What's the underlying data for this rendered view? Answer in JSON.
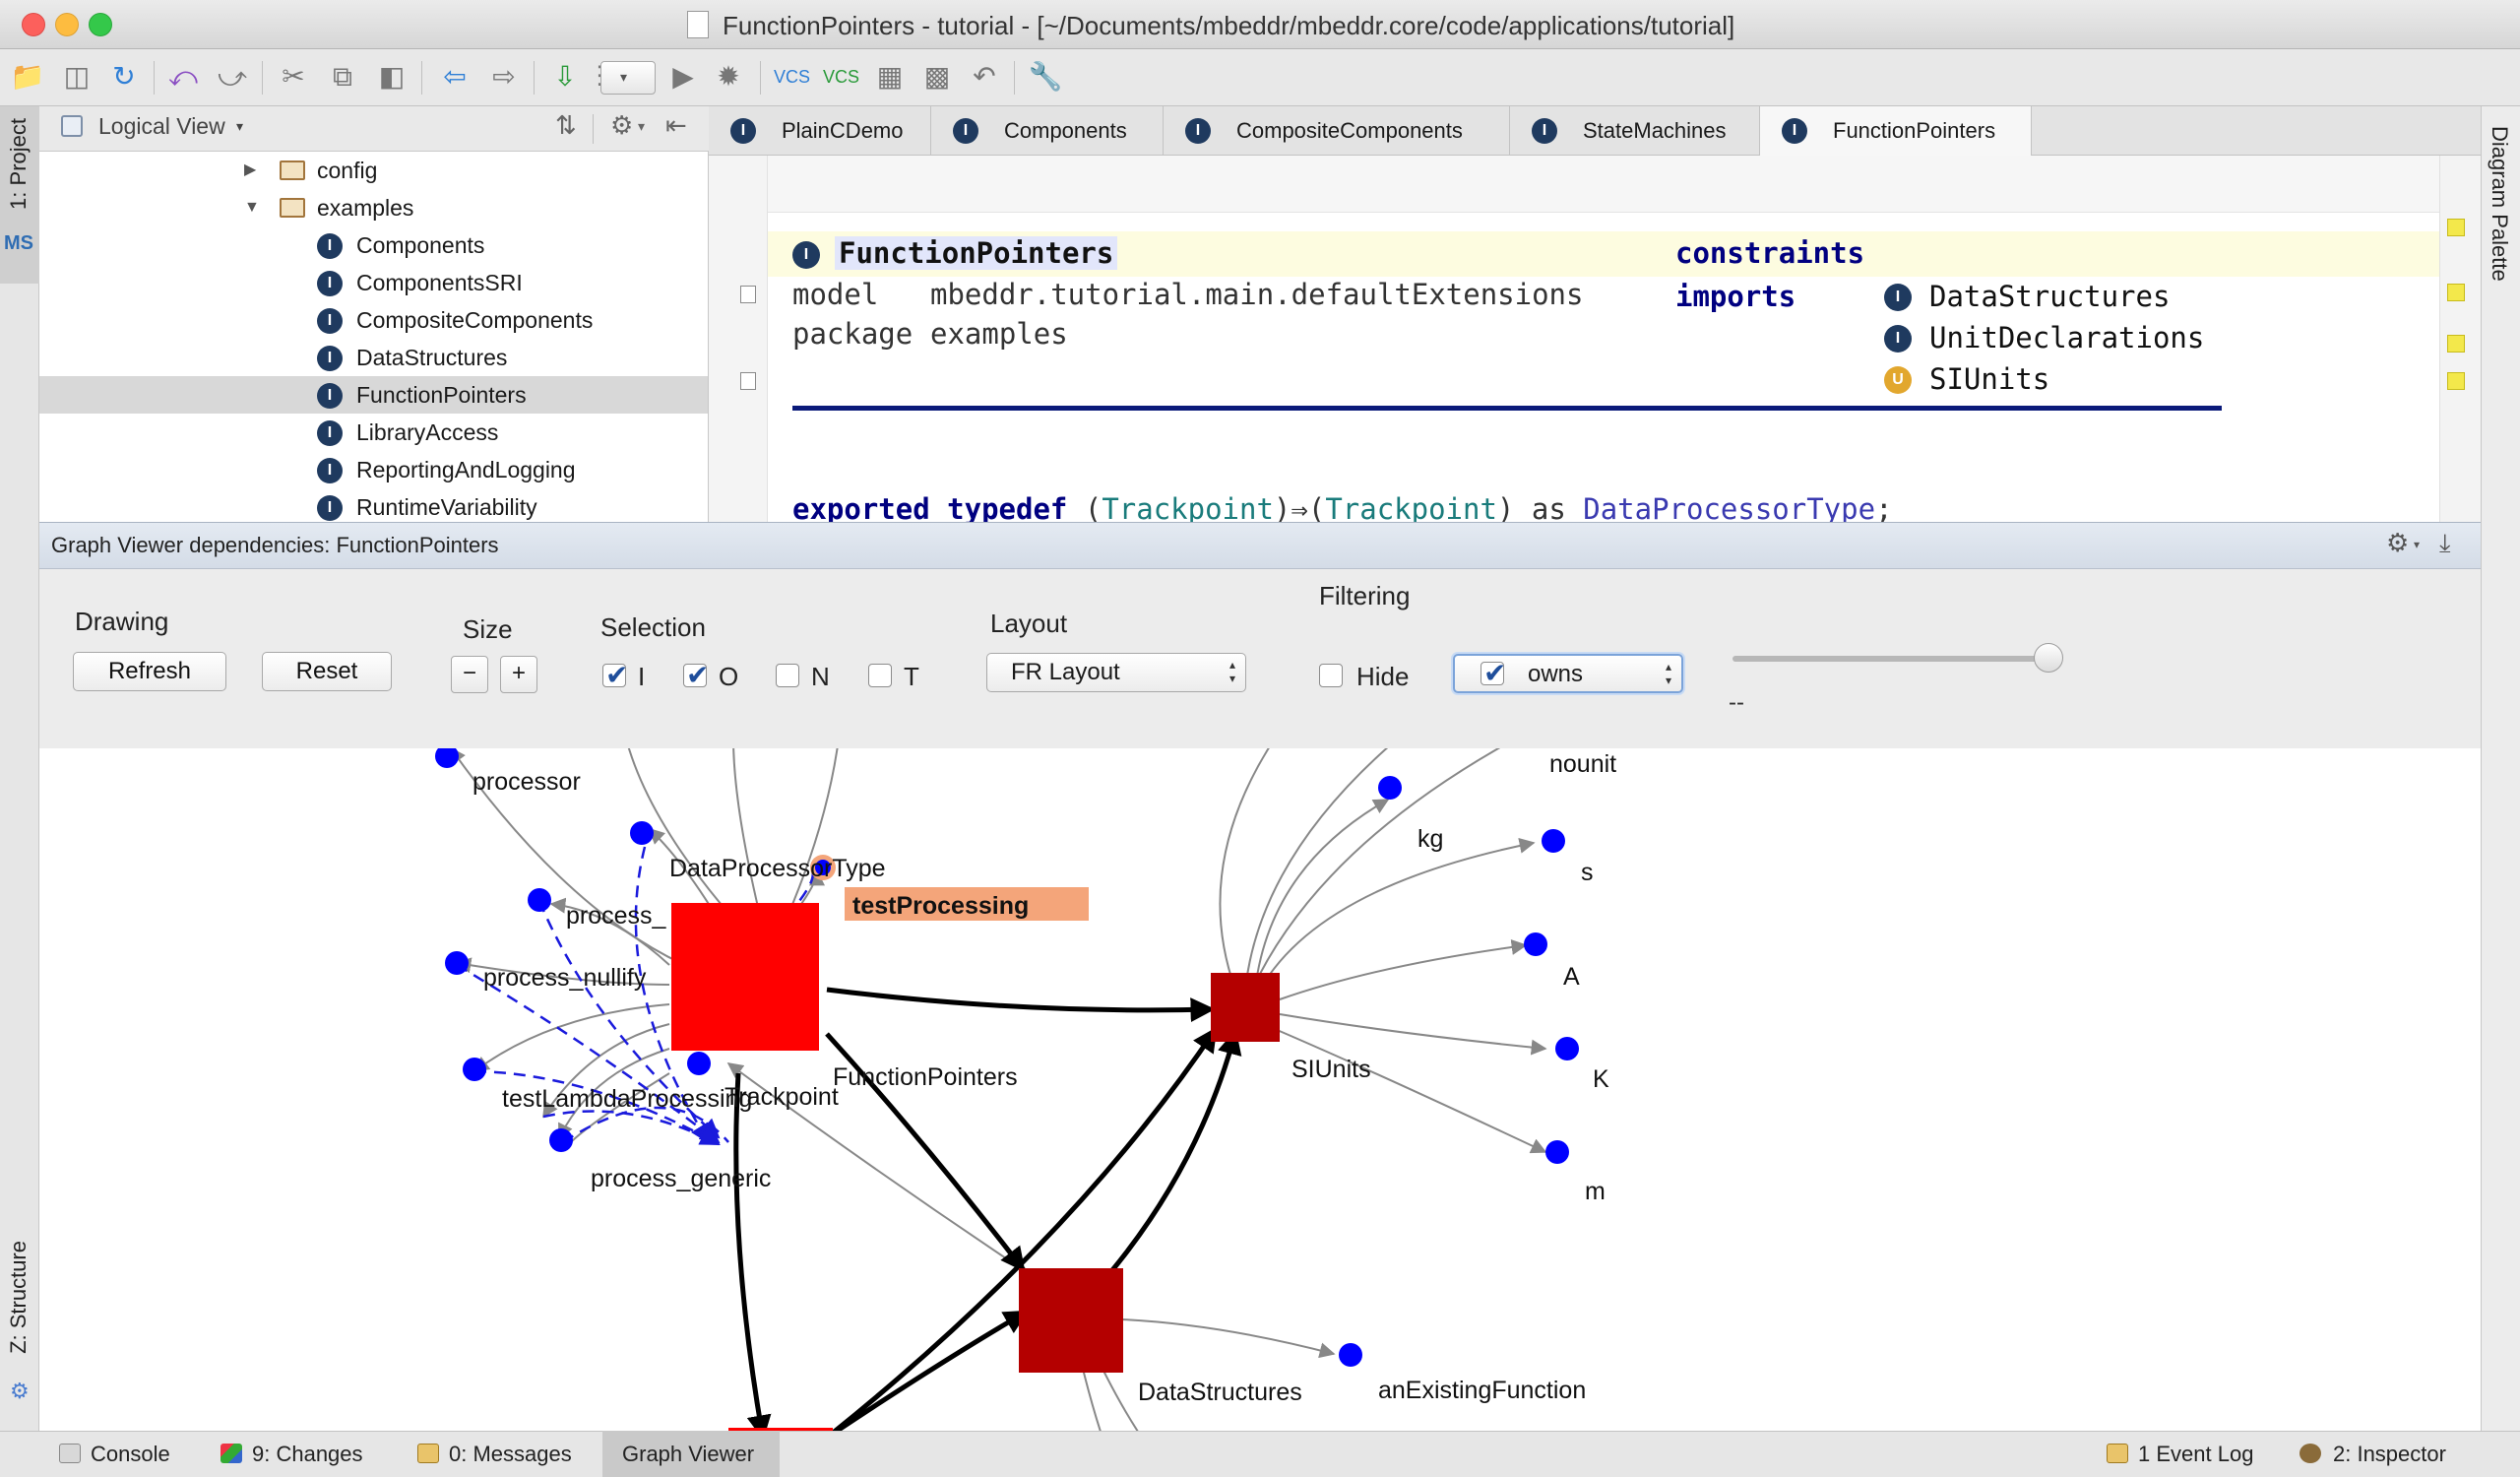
{
  "window": {
    "title": "FunctionPointers - tutorial - [~/Documents/mbeddr/mbeddr.core/code/applications/tutorial]"
  },
  "side_tabs": {
    "project": "1: Project",
    "structure": "Z: Structure",
    "diagram_palette": "Diagram Palette",
    "mps_badge": "MS"
  },
  "project_panel": {
    "view_selector": "Logical View",
    "tree": [
      {
        "label": "config",
        "kind": "folder",
        "expanded": false
      },
      {
        "label": "examples",
        "kind": "folder",
        "expanded": true
      },
      {
        "label": "Components",
        "kind": "concept"
      },
      {
        "label": "ComponentsSRI",
        "kind": "concept"
      },
      {
        "label": "CompositeComponents",
        "kind": "concept"
      },
      {
        "label": "DataStructures",
        "kind": "concept"
      },
      {
        "label": "FunctionPointers",
        "kind": "concept",
        "selected": true
      },
      {
        "label": "LibraryAccess",
        "kind": "concept"
      },
      {
        "label": "ReportingAndLogging",
        "kind": "concept"
      },
      {
        "label": "RuntimeVariability",
        "kind": "concept"
      }
    ]
  },
  "editor": {
    "tabs": [
      {
        "label": "PlainCDemo"
      },
      {
        "label": "Components"
      },
      {
        "label": "CompositeComponents"
      },
      {
        "label": "StateMachines"
      },
      {
        "label": "FunctionPointers",
        "active": true
      }
    ],
    "module_name": "FunctionPointers",
    "model_keyword": "model",
    "model_value": "mbeddr.tutorial.main.defaultExtensions",
    "package_keyword": "package",
    "package_value": "examples",
    "constraints_keyword": "constraints",
    "imports_keyword": "imports",
    "imports": [
      {
        "name": "DataStructures",
        "icon": "I"
      },
      {
        "name": "UnitDeclarations",
        "icon": "I"
      },
      {
        "name": "SIUnits",
        "icon": "U"
      }
    ],
    "code_line": {
      "kw1": "exported",
      "kw2": "typedef",
      "paren_open": "(",
      "type1": "Trackpoint",
      "arrow": ")⇒(",
      "type2": "Trackpoint",
      "paren_close": ")",
      "as": "as",
      "name": "DataProcessorType",
      "semicolon": ";"
    }
  },
  "graph_viewer": {
    "title": "Graph Viewer dependencies: FunctionPointers",
    "drawing": {
      "label": "Drawing",
      "refresh": "Refresh",
      "reset": "Reset"
    },
    "size": {
      "label": "Size",
      "minus": "−",
      "plus": "+"
    },
    "selection": {
      "label": "Selection",
      "options": [
        {
          "label": "I",
          "checked": true
        },
        {
          "label": "O",
          "checked": true
        },
        {
          "label": "N",
          "checked": false
        },
        {
          "label": "T",
          "checked": false
        }
      ]
    },
    "layout": {
      "label": "Layout",
      "value": "FR Layout"
    },
    "filtering": {
      "label": "Filtering",
      "hide_label": "Hide",
      "hide_checked": false,
      "edge_filter": "owns",
      "edge_filter_checked": true
    },
    "slider": {
      "value_text": "--",
      "level": 1.0
    },
    "nodes": [
      {
        "id": "fp",
        "label": "FunctionPointers",
        "kind": "big",
        "color": "#ff0000"
      },
      {
        "id": "si",
        "label": "SIUnits",
        "kind": "mid",
        "color": "#b40000"
      },
      {
        "id": "ds",
        "label": "DataStructures",
        "kind": "mid",
        "color": "#b40000"
      },
      {
        "id": "proc",
        "label": "processor"
      },
      {
        "id": "dpt",
        "label": "DataProcessorType"
      },
      {
        "id": "tp",
        "label": "testProcessing",
        "highlight": true
      },
      {
        "id": "p",
        "label": "process_"
      },
      {
        "id": "pn",
        "label": "process_nullify"
      },
      {
        "id": "tlp",
        "label": "testLambdaProcessing"
      },
      {
        "id": "trk",
        "label": "Trackpoint"
      },
      {
        "id": "pg",
        "label": "process_generic"
      },
      {
        "id": "nounit",
        "label": "nounit"
      },
      {
        "id": "kg",
        "label": "kg"
      },
      {
        "id": "s",
        "label": "s"
      },
      {
        "id": "A",
        "label": "A"
      },
      {
        "id": "K",
        "label": "K"
      },
      {
        "id": "m",
        "label": "m"
      },
      {
        "id": "aef",
        "label": "anExistingFunction"
      }
    ]
  },
  "bottom_tabs": [
    {
      "label": "Console"
    },
    {
      "label": "9: Changes"
    },
    {
      "label": "0: Messages"
    },
    {
      "label": "Graph Viewer",
      "active": true
    },
    {
      "label": "1 Event Log"
    },
    {
      "label": "2: Inspector"
    }
  ],
  "colors": {
    "accent": "#1f3a5f",
    "node_big": "#ff0000",
    "node_mid": "#b40000",
    "node_leaf": "#0000ff",
    "highlight": "#f4a57a"
  }
}
